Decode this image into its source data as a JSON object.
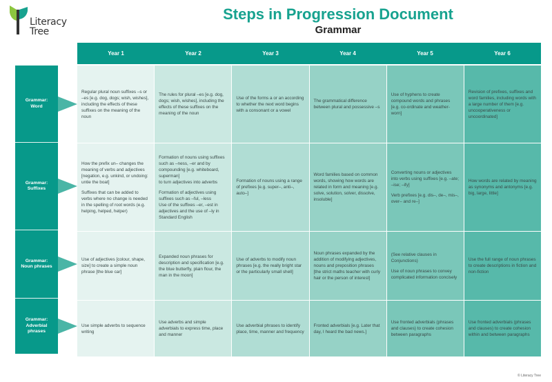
{
  "brand": {
    "name": "Literacy Tree",
    "line1": "Literacy",
    "line2": "Tree"
  },
  "header": {
    "title": "Steps in Progression Document",
    "subtitle": "Grammar"
  },
  "columns": [
    "Year 1",
    "Year 2",
    "Year 3",
    "Year 4",
    "Year 5",
    "Year 6"
  ],
  "rows": [
    {
      "label": "Grammar:\nWord",
      "cells": [
        [
          "Regular plural noun suffixes –s or –es [e.g. dog, dogs; wish, wishes], including the effects of these suffixes on the meaning of the noun"
        ],
        [
          "The rules for plural –es [e.g. dog, dogs; wish, wishes], including the effects of these suffixes on the meaning of the noun"
        ],
        [
          "Use of the forms a or an according to whether the next word begins with a consonant or a vowel"
        ],
        [
          "The grammatical difference between plural and possessive –s"
        ],
        [
          "Use of hyphens to create compound words and phrases [e.g. co-ordinate and weather-worn]"
        ],
        [
          "Revision of prefixes, suffixes and word families, including words with a large number of them [e.g. uncooperativeness or uncoordinated]"
        ]
      ]
    },
    {
      "label": "Grammar:\nSuffixes",
      "cells": [
        [
          "How the prefix un– changes the meaning of verbs and adjectives [negation, e.g. unkind, or undoing: untie the boat]",
          "Suffixes that can be added to verbs where no change is needed in the spelling of root words (e.g. helping, helped, helper)"
        ],
        [
          "Formation of nouns using suffixes such as –ness, –er and by compounding [e.g. whiteboard, superman]\nto turn adjectives into adverbs",
          "Formation of adjectives using suffixes such as –ful, –less\nUse of the suffixes –er, –est in adjectives and the use of –ly in Standard English"
        ],
        [
          "Formation of nouns using a range of prefixes [e.g. super–, anti–, auto–]"
        ],
        [
          "Word families based on common words, showing how words are related in form and meaning [e.g. solve, solution, solver, dissolve, insoluble]"
        ],
        [
          "Converting nouns or adjectives into verbs using suffixes [e.g. –ate; –ise; –ify]",
          "Verb prefixes [e.g. dis–, de–, mis–, over– and re–]"
        ],
        [
          "How words are related by meaning as synonyms and antonyms [e.g. big, large, little]"
        ]
      ]
    },
    {
      "label": "Grammar:\nNoun phrases",
      "cells": [
        [
          "Use of adjectives [colour, shape, size] to create a simple noun phrase [the blue car]"
        ],
        [
          "Expanded noun phrases for description and specification [e.g. the blue butterfly, plain flour, the man in the moon]"
        ],
        [
          "Use of adverbs to modify noun phrases [e.g. the really bright star or the particularly small shell]"
        ],
        [
          "Noun phrases expanded by the addition of modifying adjectives, nouns and preposition phrases [the strict maths teacher with curly hair or the person of interest]"
        ],
        [
          "(See relative clauses in Conjunctions)",
          "Use of noun phrases to convey complicated information concisely"
        ],
        [
          "Use the full range of noun phrases to create descriptions in fiction and non-fiction"
        ]
      ]
    },
    {
      "label": "Grammar:\nAdverbial\nphrases",
      "cells": [
        [
          "Use simple adverbs to sequence writing"
        ],
        [
          "Use adverbs and simple adverbials to express time, place and manner"
        ],
        [
          "Use adverbial phrases to identify place, time, manner and frequency"
        ],
        [
          "Fronted adverbials [e.g. Later that day, I heard the bad news.]"
        ],
        [
          "Use fronted adverbials (phrases and clauses) to create cohesion between paragraphs"
        ],
        [
          "Use fronted adverbials (phrases and clauses) to create cohesion within and between paragraphs"
        ]
      ]
    }
  ],
  "footer": {
    "copyright": "© Literacy Tree"
  },
  "colors": {
    "header": "#07998a",
    "title": "#17a28f"
  }
}
